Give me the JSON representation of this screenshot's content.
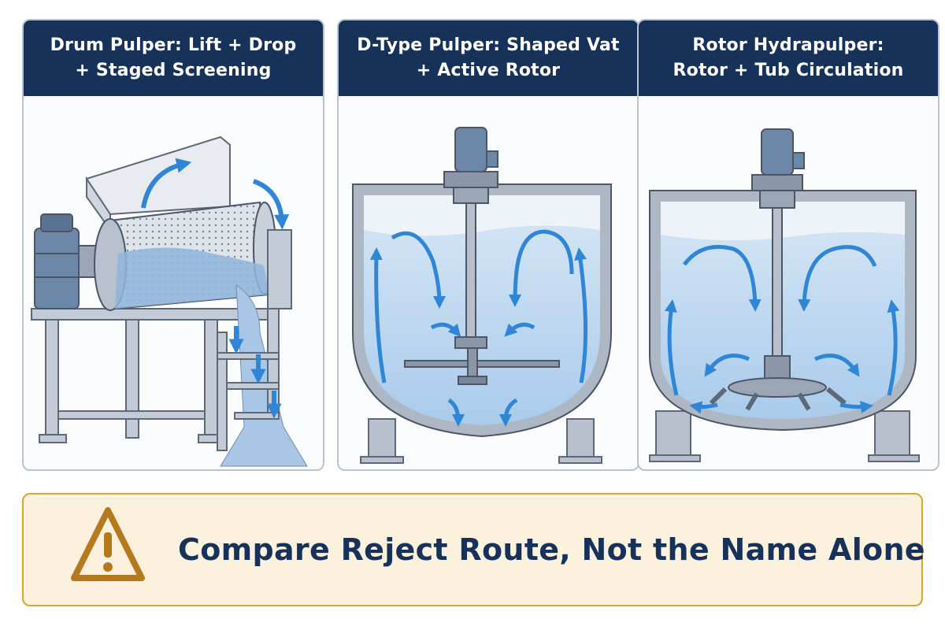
{
  "panels": [
    {
      "title": "Drum Pulper: Lift + Drop\n+ Staged Screening",
      "icon": "drum-pulper-illustration"
    },
    {
      "title": "D-Type Pulper: Shaped Vat\n+ Active Rotor",
      "icon": "d-type-pulper-illustration"
    },
    {
      "title": "Rotor Hydrapulper:\nRotor + Tub Circulation",
      "icon": "rotor-hydrapulper-illustration"
    }
  ],
  "banner": {
    "message": "Compare Reject Route, Not the Name Alone",
    "icon": "warning-triangle-icon"
  },
  "colors": {
    "header": "#17325a",
    "arrow": "#2f86d6",
    "water": "#b9d6f0",
    "steel": "#a9b4c3",
    "banner_bg": "#fbf1dc",
    "banner_border": "#d9a62e",
    "warning": "#b5781c"
  }
}
